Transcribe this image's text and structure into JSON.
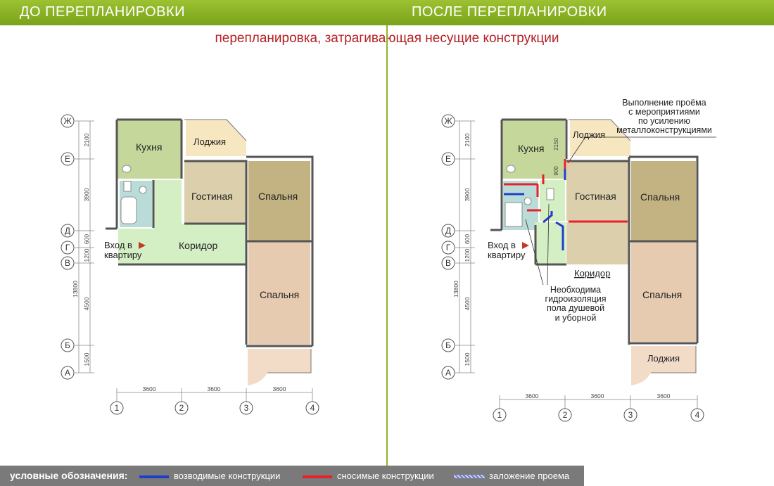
{
  "header": {
    "before_title": "ДО ПЕРЕПЛАНИРОВКИ",
    "after_title": "ПОСЛЕ ПЕРЕПЛАНИРОВКИ",
    "subtitle": "перепланировка, затрагивающая несущие конструкции"
  },
  "axes": {
    "letters": [
      "Ж",
      "Е",
      "Д",
      "Г",
      "В",
      "Б",
      "А"
    ],
    "numbers": [
      "1",
      "2",
      "3",
      "4"
    ],
    "dims_vertical_before": [
      "2100",
      "3900",
      "600",
      "1200",
      "4500",
      "1500",
      "13800"
    ],
    "dims_vertical_after": [
      "2100",
      "3900",
      "600",
      "1200",
      "4500",
      "1500",
      "13800"
    ],
    "dims_horizontal": [
      "3600",
      "3600",
      "3600"
    ]
  },
  "before": {
    "rooms": {
      "kitchen": "Кухня",
      "loggia_top": "Лоджия",
      "living": "Гостиная",
      "bedroom1": "Спальня",
      "corridor": "Коридор",
      "bedroom2": "Спальня"
    },
    "entrance": [
      "Вход в",
      "квартиру"
    ]
  },
  "after": {
    "rooms": {
      "kitchen": "Кухня",
      "loggia_top": "Лоджия",
      "living": "Гостиная",
      "bedroom1": "Спальня",
      "corridor": "Коридор",
      "bedroom2": "Спальня",
      "loggia_bottom": "Лоджия"
    },
    "entrance": [
      "Вход в",
      "квартиру"
    ],
    "dims_extra": [
      "2150",
      "900"
    ],
    "note_opening": [
      "Выполнение проёма",
      "с мероприятиями",
      "по усилению",
      "металлоконструкциями"
    ],
    "note_waterproof": [
      "Необходима",
      "гидроизоляция",
      "пола душевой",
      "и уборной"
    ]
  },
  "legend": {
    "title": "условные обозначения:",
    "items": [
      {
        "label": "возводимые конструкции",
        "color": "#1f3fc9"
      },
      {
        "label": "сносимые конструкции",
        "color": "#e8202a"
      },
      {
        "label": "заложение проема",
        "color": "#6f78c8"
      }
    ]
  },
  "colors": {
    "header": "#8bb32a",
    "kitchen": "#c5d79a",
    "living": "#dcd0ac",
    "bedroom_top": "#c3b383",
    "bedroom_bottom": "#e6cbb0",
    "corridor": "#d4efc4",
    "bath": "#b9dcd8",
    "loggia": "#f6e7c1",
    "loggia_bottom": "#f2dcc8"
  }
}
